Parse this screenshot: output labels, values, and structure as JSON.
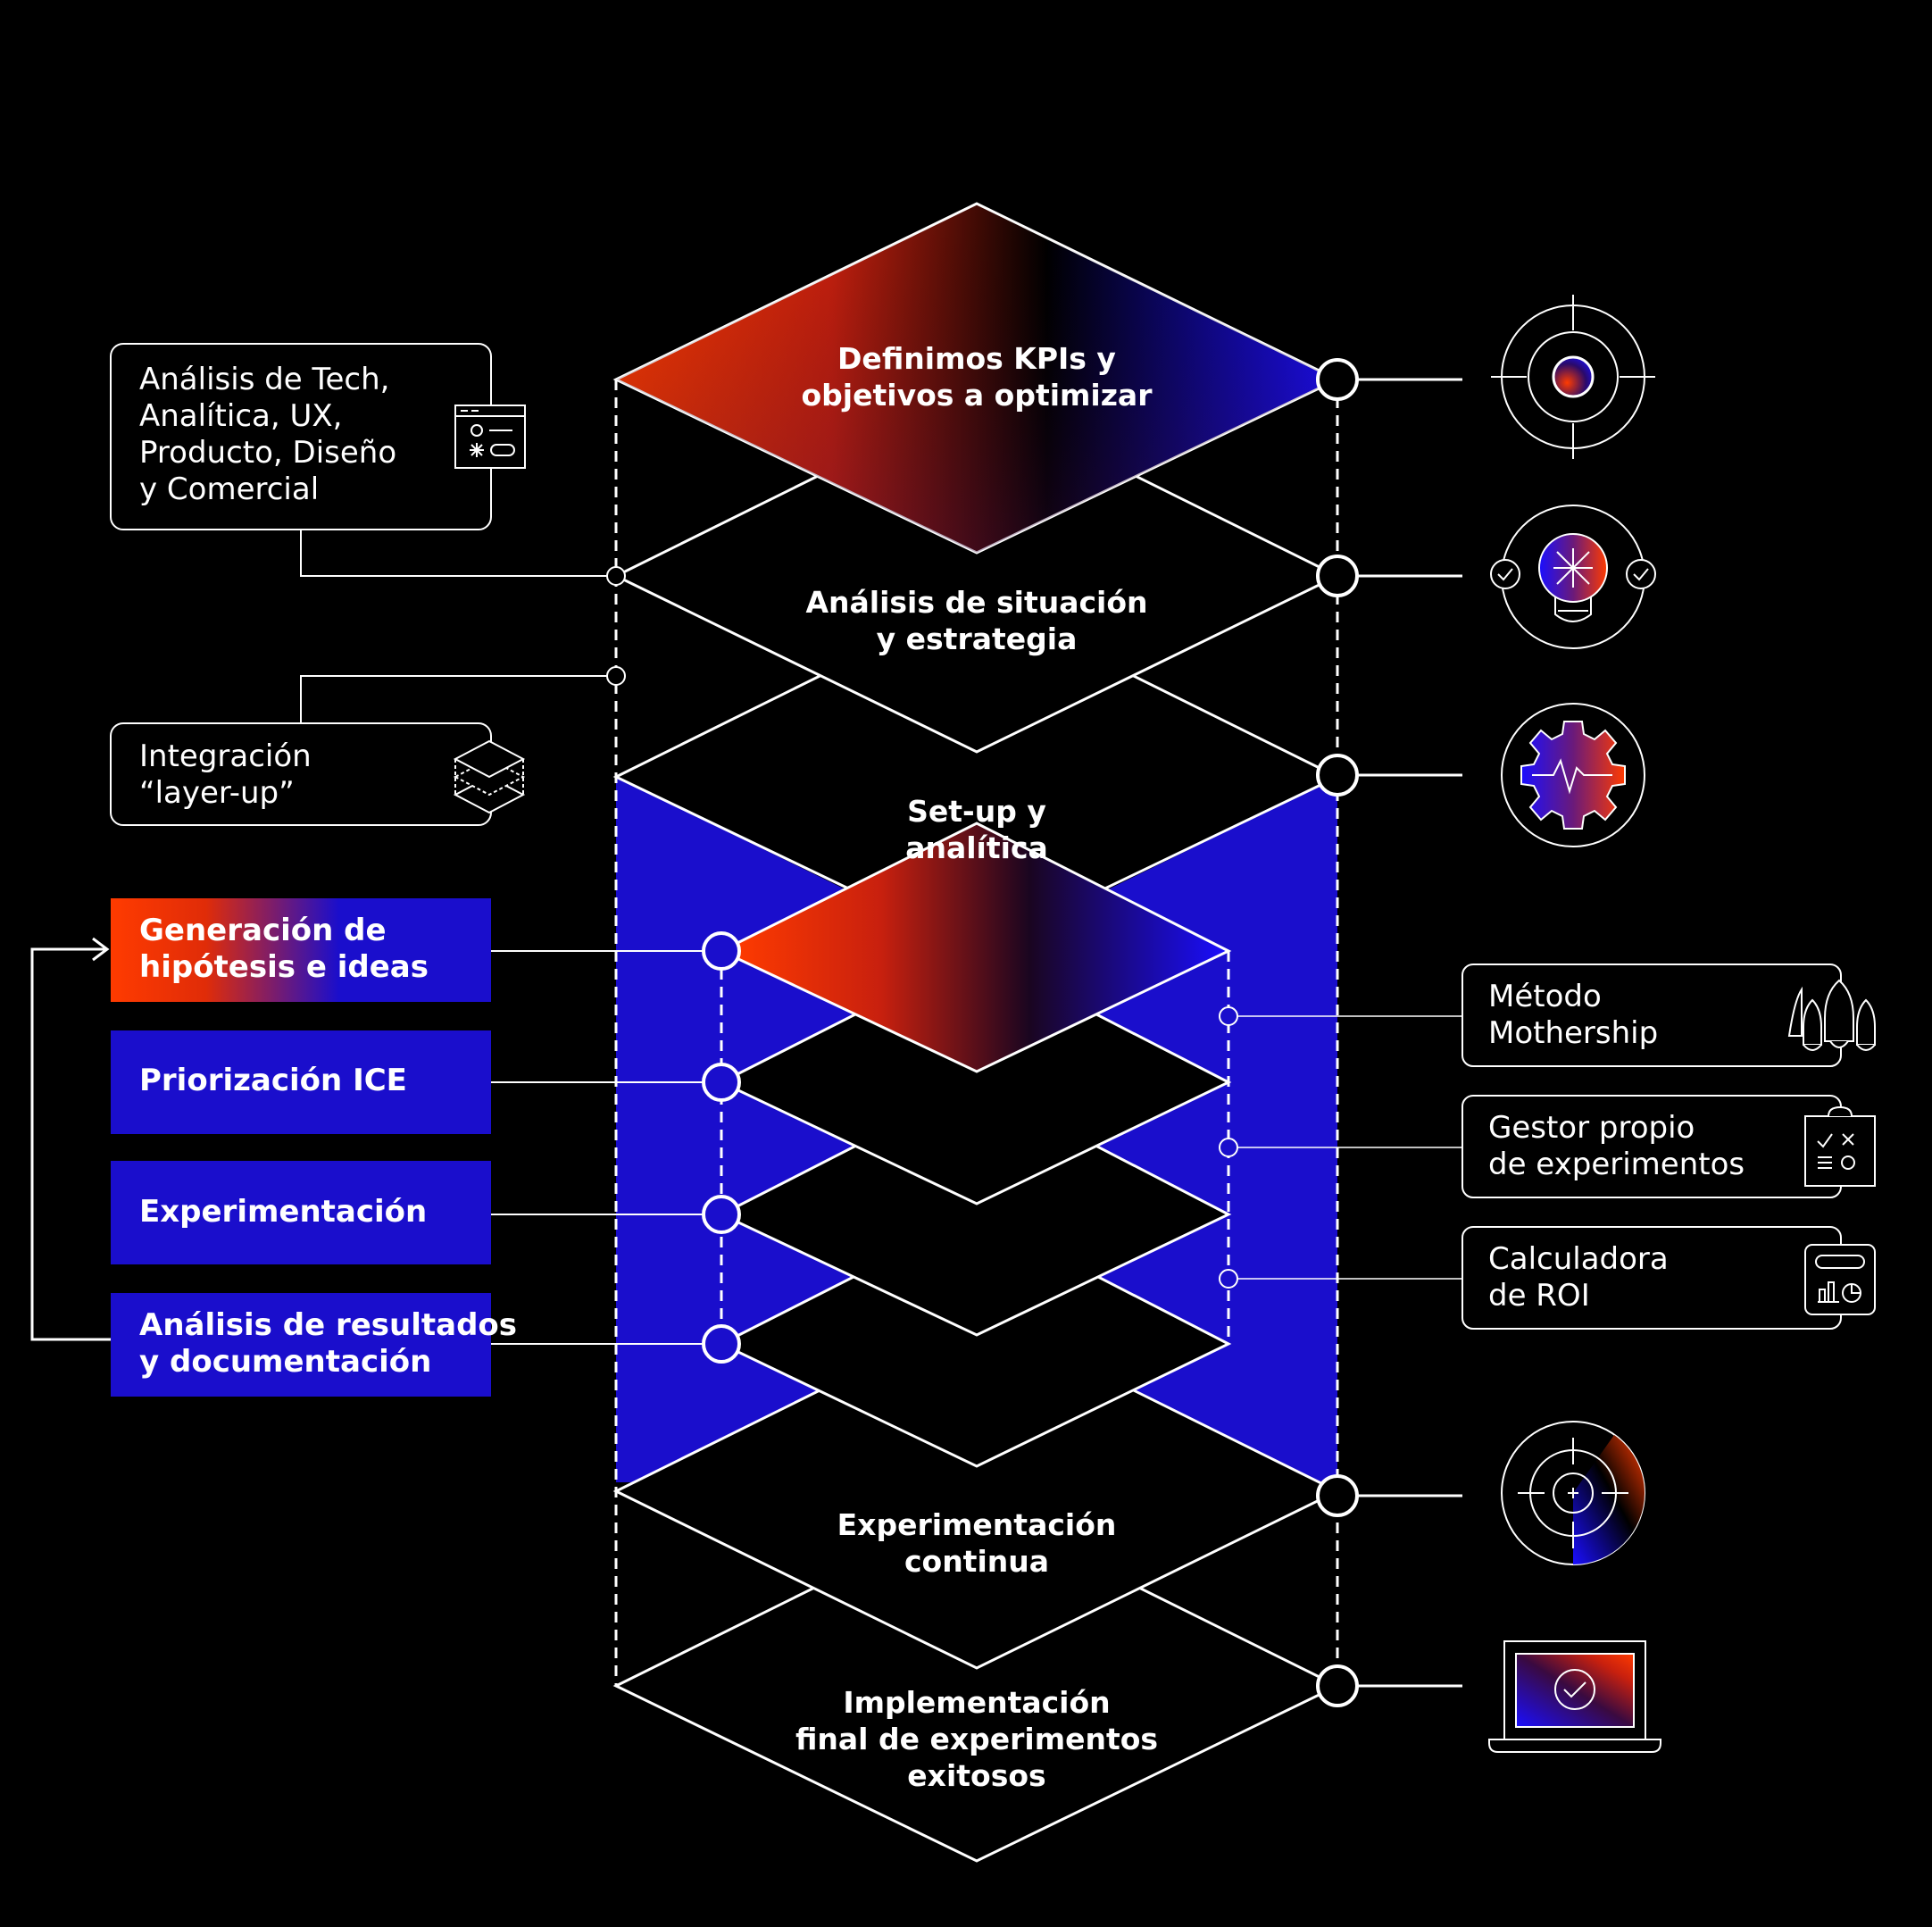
{
  "colors": {
    "background": "#000000",
    "blue": "#1a0ecc",
    "orange_red": "#ff3b00",
    "line": "#ffffff"
  },
  "stages": [
    {
      "id": "kpis",
      "label": "Definimos KPIs y\nobjetivos a optimizar",
      "icon": "target-crosshair-icon"
    },
    {
      "id": "situacion",
      "label": "Análisis de situación\ny estrategia",
      "icon": "lightbulb-checks-icon"
    },
    {
      "id": "setup",
      "label": "Set-up y\nanalítica",
      "icon": "gear-pulse-icon"
    },
    {
      "id": "continua",
      "label": "Experimentación\ncontinua",
      "icon": "radar-target-icon"
    },
    {
      "id": "implementacion",
      "label": "Implementación\nfinal de experimentos\nexitosos",
      "icon": "laptop-check-icon"
    }
  ],
  "left_boxes": [
    {
      "id": "analisis-tech",
      "label": "Análisis de Tech,\nAnalítica, UX,\nProducto, Diseño\ny Comercial",
      "icon": "browser-window-icon"
    },
    {
      "id": "integracion",
      "label": "Integración\n“layer-up”",
      "icon": "layers-stack-icon"
    }
  ],
  "loop_steps": [
    {
      "id": "generacion",
      "label": "Generación de\nhipótesis e ideas",
      "style": "gradient"
    },
    {
      "id": "priorizacion",
      "label": "Priorización ICE",
      "style": "blue"
    },
    {
      "id": "experimentacion",
      "label": "Experimentación",
      "style": "blue"
    },
    {
      "id": "analisis-resultados",
      "label": "Análisis de resultados\ny documentación",
      "style": "blue"
    }
  ],
  "right_boxes": [
    {
      "id": "metodo",
      "label": "Método\nMothership",
      "icon": "rocket-icon"
    },
    {
      "id": "gestor",
      "label": "Gestor propio\nde experimentos",
      "icon": "clipboard-checklist-icon"
    },
    {
      "id": "calculadora",
      "label": "Calculadora\nde ROI",
      "icon": "calculator-chart-icon"
    }
  ]
}
